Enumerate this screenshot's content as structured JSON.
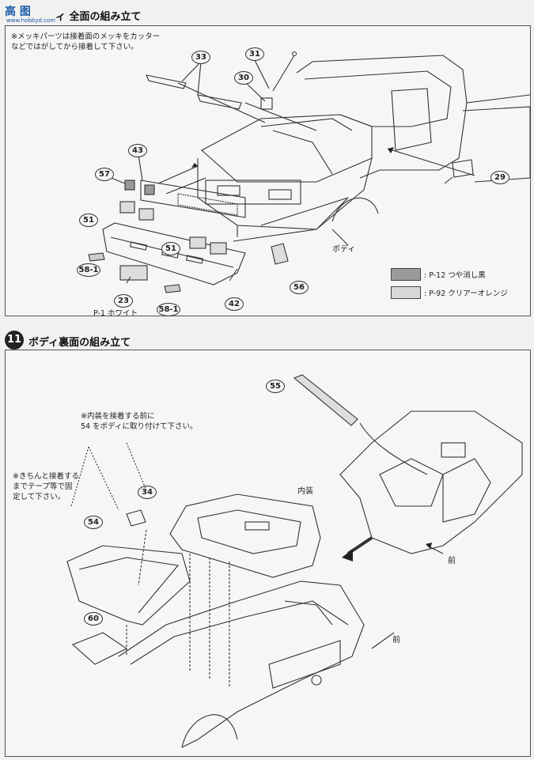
{
  "watermark": {
    "logo": "高 图",
    "url": "www.hobbyd.com"
  },
  "step10": {
    "title": "ィ 全面の組み立て",
    "note": "※メッキパーツは接着面のメッキをカッター\nなどではがしてから接着して下さい。",
    "body_label": "ボディ",
    "parts": [
      "33",
      "31",
      "30",
      "43",
      "57",
      "51",
      "51",
      "58-1",
      "23",
      "58-1",
      "42",
      "56",
      "29"
    ],
    "paint_note": "P-1 ホワイト",
    "legend": [
      {
        "label": ": P-12 つや消し黒",
        "color": "#9a9a9a"
      },
      {
        "label": ": P-92 クリアーオレンジ",
        "color": "#d8d8d6"
      }
    ]
  },
  "step11": {
    "number": "11",
    "title": "ボディ裏面の組み立て",
    "note_top": "※内装を接着する前に\n54 をボディに取り付けて下さい。",
    "note_left": "※きちんと接着する\nまでテープ等で固\n定して下さい。",
    "interior_label": "内装",
    "front_label_1": "前",
    "front_label_2": "前",
    "parts": [
      "55",
      "54",
      "34",
      "60"
    ]
  }
}
